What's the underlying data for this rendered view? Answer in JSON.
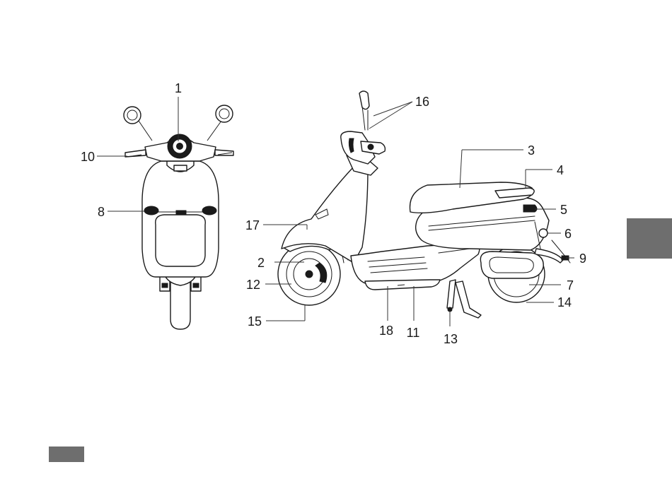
{
  "callouts": {
    "c1": "1",
    "c2": "2",
    "c3": "3",
    "c4": "4",
    "c5": "5",
    "c6": "6",
    "c7": "7",
    "c8": "8",
    "c9": "9",
    "c10": "10",
    "c11": "11",
    "c12": "12",
    "c13": "13",
    "c14": "14",
    "c15": "15",
    "c16": "16",
    "c17": "17",
    "c18": "18"
  },
  "colors": {
    "line": "#1a1a1a",
    "tab": "#6e6e6e",
    "background": "#ffffff"
  }
}
